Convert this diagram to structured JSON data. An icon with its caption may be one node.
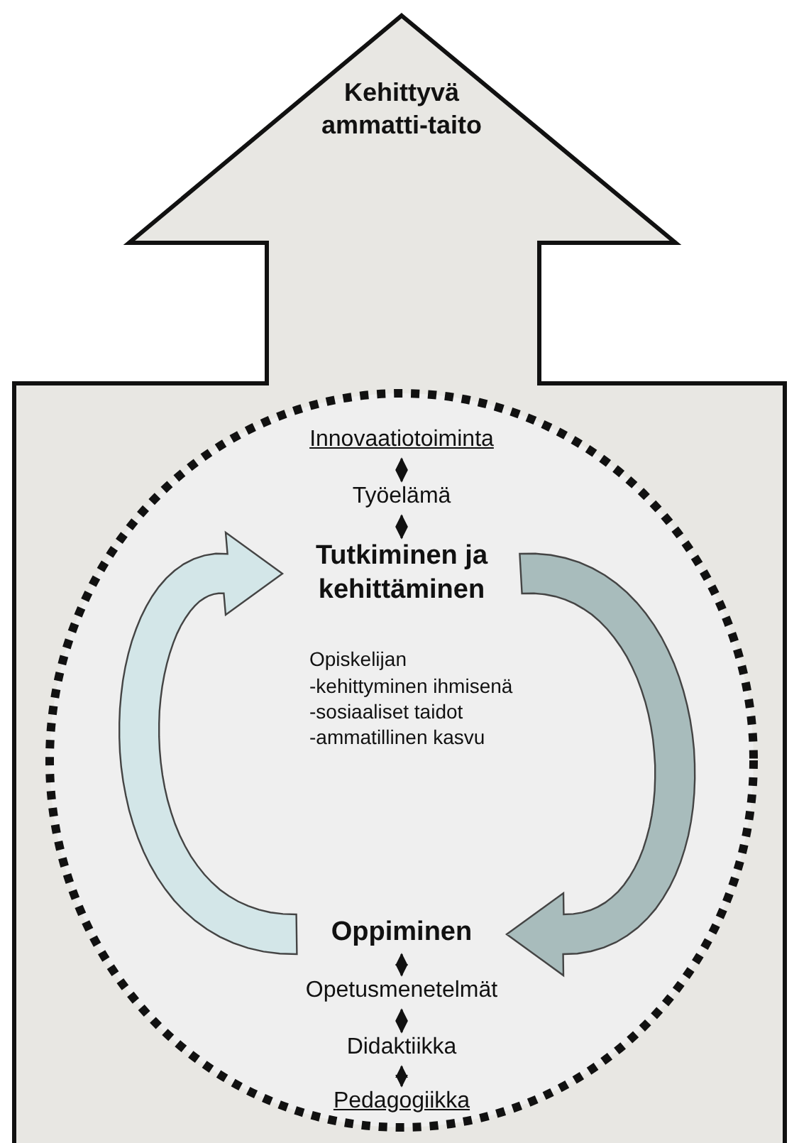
{
  "diagram": {
    "nodes": [
      {
        "text": [
          "Kehittyvä ammatti-taito"
        ]
      },
      {
        "text": [],
        "shape": "circle",
        "in": 0
      },
      {
        "text": [
          "Innovaatiotoiminta"
        ],
        "in": 1
      },
      {
        "text": [
          "Työelämä"
        ],
        "in": 1
      },
      {
        "text": [
          "Tutkiminen ja kehittäminen"
        ],
        "in": 1
      },
      {
        "text": [
          "Opiskelijan",
          "-kehittyminen ihmisenä -sosiaaliset taidot -ammatillinen kasvu"
        ],
        "in": 1
      },
      {
        "text": [
          "Oppiminen"
        ],
        "in": 1
      },
      {
        "text": [
          "Opetusmenetelmät"
        ],
        "in": 1
      },
      {
        "text": [
          "Didaktiikka"
        ],
        "in": 1
      },
      {
        "text": [
          "Pedagogiikka"
        ],
        "in": 1
      }
    ],
    "edges": [
      {
        "from": 2,
        "to": 3,
        "arrow": "both"
      },
      {
        "from": 3,
        "to": 4,
        "arrow": "both"
      },
      {
        "from": 4,
        "to": 6,
        "arrow": "to",
        "style": "thick"
      },
      {
        "from": 6,
        "to": 4,
        "arrow": "to",
        "style": "thick"
      },
      {
        "from": 6,
        "to": 7,
        "arrow": "both"
      },
      {
        "from": 7,
        "to": 8,
        "arrow": "both"
      },
      {
        "from": 8,
        "to": 9,
        "arrow": "both"
      }
    ]
  }
}
